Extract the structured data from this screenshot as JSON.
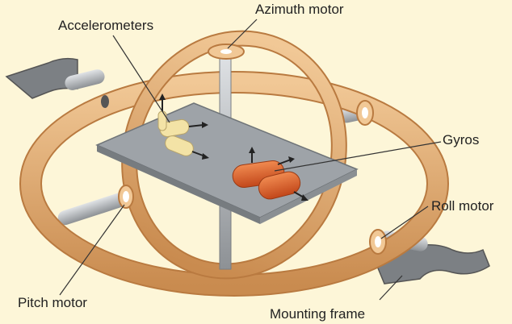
{
  "labels": {
    "azimuth_motor": "Azimuth motor",
    "accelerometers": "Accelerometers",
    "gyros": "Gyros",
    "roll_motor": "Roll motor",
    "pitch_motor": "Pitch motor",
    "mounting_frame": "Mounting frame"
  },
  "colors": {
    "background": "#fdf6d8",
    "gimbal_ring": "#e6b27a",
    "gimbal_ring_dark": "#b97a40",
    "platform": "#9ea3a8",
    "platform_edge": "#6f7478",
    "shaft": "#b9bdc1",
    "mount": "#7c8084",
    "gyro": "#e0622a",
    "accelerometer": "#f3e3a6",
    "leader_line": "#333333"
  }
}
